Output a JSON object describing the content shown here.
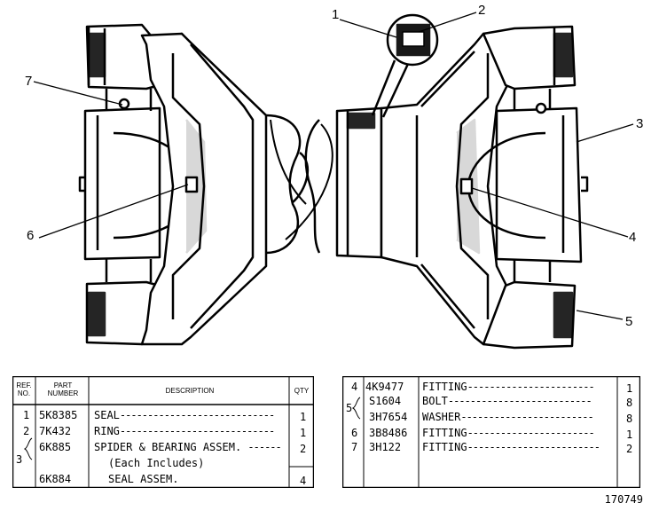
{
  "callouts": [
    "1",
    "2",
    "3",
    "4",
    "5",
    "6",
    "7"
  ],
  "table_left": {
    "headers": {
      "ref_no": "REF. NO.",
      "part_number": "PART NUMBER",
      "description": "DESCRIPTION",
      "qty": "QTY"
    },
    "rows": [
      {
        "ref": "1",
        "part": "5K8385",
        "desc": "SEAL",
        "qty": "1"
      },
      {
        "ref": "2",
        "part": "7K432",
        "desc": "RING",
        "qty": "1"
      },
      {
        "ref": "3",
        "part": "6K885",
        "desc": "SPIDER & BEARING ASSEM.",
        "qty": "2"
      },
      {
        "ref": "",
        "part": "",
        "desc": "(Each Includes)",
        "qty": ""
      },
      {
        "ref": "",
        "part": "6K884",
        "desc": "SEAL ASSEM.",
        "qty": "4"
      }
    ]
  },
  "table_right": {
    "rows": [
      {
        "ref": "4",
        "part": "4K9477",
        "desc": "FITTING",
        "qty": "1"
      },
      {
        "ref": "5",
        "part": "S1604",
        "desc": "BOLT",
        "qty": "8"
      },
      {
        "ref": "",
        "part": "3H7654",
        "desc": "WASHER",
        "qty": "8"
      },
      {
        "ref": "6",
        "part": "3B8486",
        "desc": "FITTING",
        "qty": "1"
      },
      {
        "ref": "7",
        "part": "3H122",
        "desc": "FITTING",
        "qty": "2"
      }
    ]
  },
  "drawing_number": "170749"
}
